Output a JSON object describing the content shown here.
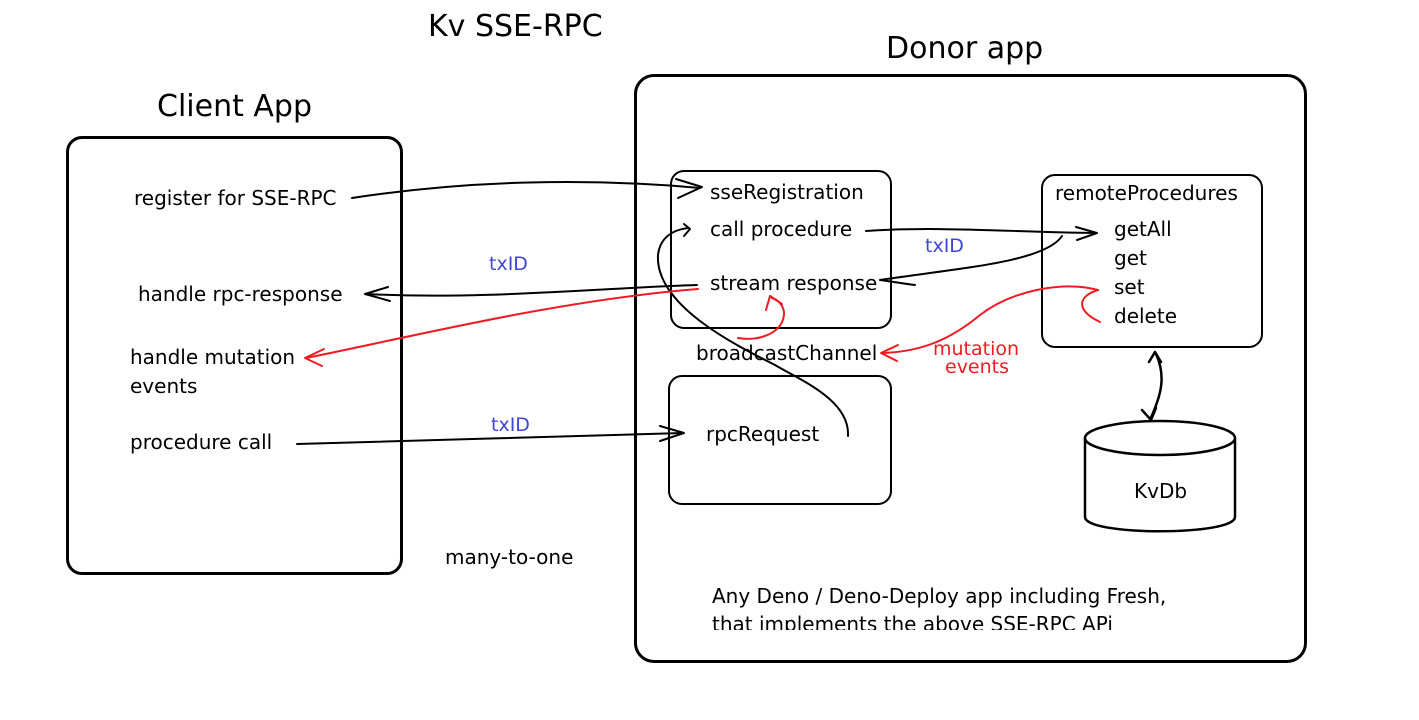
{
  "title": "Kv SSE-RPC",
  "client": {
    "heading": "Client App",
    "items": [
      "register for SSE-RPC",
      "handle rpc-response",
      "handle mutation",
      "events",
      "procedure call"
    ]
  },
  "donor": {
    "heading": "Donor app",
    "handler_items": [
      "sseRegistration",
      "call procedure",
      "stream response"
    ],
    "broadcast": "broadcastChannel",
    "rpc_request": "rpcRequest",
    "remote_procedures": {
      "title": "remoteProcedures",
      "items": [
        "getAll",
        "get",
        "set",
        "delete"
      ]
    },
    "database": "KvDb",
    "note_line1": "Any Deno / Deno-Deploy app including Fresh,",
    "note_line2": "that implements the above SSE-RPC APi"
  },
  "edge_labels": {
    "txid_1": "txID",
    "txid_2": "txID",
    "txid_3": "txID",
    "mutation_1": "mutation",
    "mutation_2": "events",
    "many_to_one": "many-to-one"
  },
  "colors": {
    "edge": "#000000",
    "txid": "#3f48cc",
    "mutation": "#ed1c24"
  }
}
